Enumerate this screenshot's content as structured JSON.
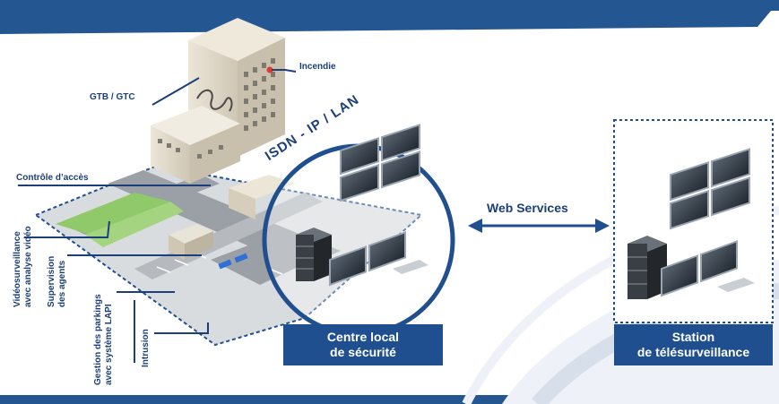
{
  "labels": {
    "incendie": "Incendie",
    "gtb": "GTB / GTC",
    "controle": "Contrôle d’accès",
    "video_line1": "Vidéosurveillance",
    "video_line2": "avec analyse vidéo",
    "supervision_line1": "Supervision",
    "supervision_line2": "des agents",
    "parking_line1": "Gestion des parkings",
    "parking_line2": "avec système LAPI",
    "intrusion": "Intrusion"
  },
  "network": {
    "isdn": "ISDN - IP / LAN",
    "web_services": "Web Services"
  },
  "centre": {
    "line1": "Centre local",
    "line2": "de sécurité"
  },
  "station": {
    "line1": "Station",
    "line2": "de télésurveillance"
  },
  "colors": {
    "brand": "#1f4f8f",
    "text": "#1c3f7a",
    "accent_red": "#e03a2f",
    "grass": "#8fc96a"
  }
}
